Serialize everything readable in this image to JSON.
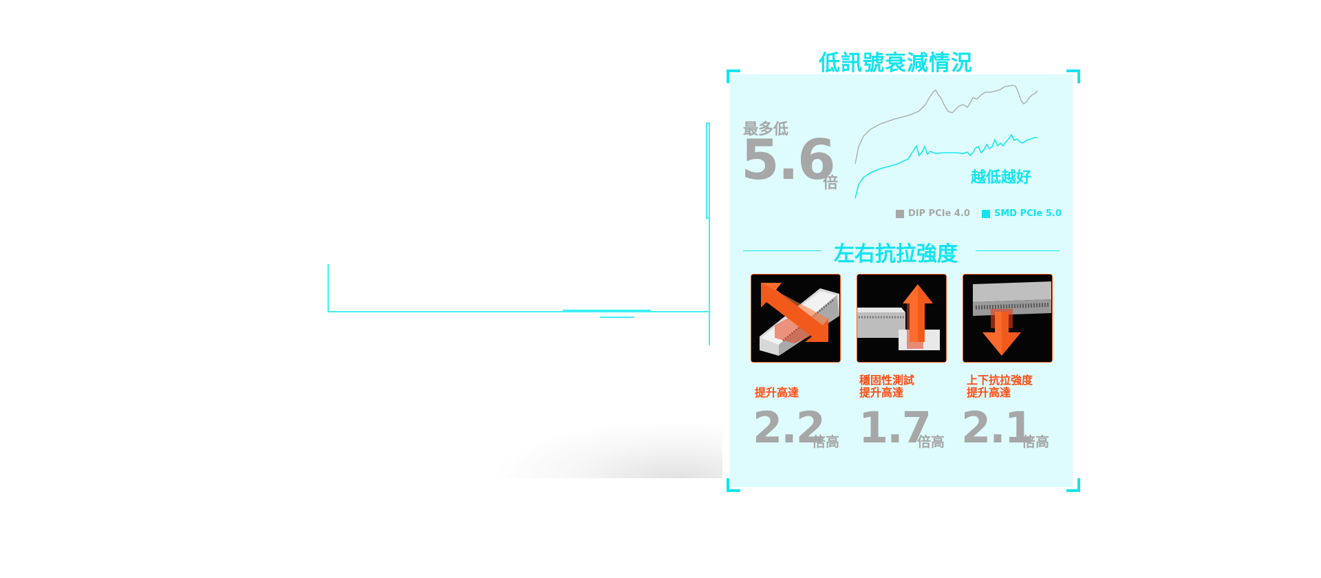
{
  "signal": {
    "title": "低訊號衰減情況",
    "prefix": "最多低",
    "value": "5.6",
    "unit": "倍",
    "note": "越低越好",
    "legend": [
      {
        "name": "DIP PCIe 4.0",
        "color": "#a7a7a7"
      },
      {
        "name": "SMD PCIe 5.0",
        "color": "#12e4ee"
      }
    ]
  },
  "strength": {
    "title": "左右抗拉強度",
    "items": [
      {
        "label": "提升高達",
        "value": "2.2",
        "unit": "倍高"
      },
      {
        "label": "穩固性測試\n提升高達",
        "value": "1.7",
        "unit": "倍高"
      },
      {
        "label": "上下抗拉強度\n提升高達",
        "value": "2.1",
        "unit": "倍高"
      }
    ]
  },
  "colors": {
    "accent": "#12e4ee",
    "highlight": "#ff4c12",
    "muted": "#a7a7a7",
    "panel": "#defcfd"
  }
}
